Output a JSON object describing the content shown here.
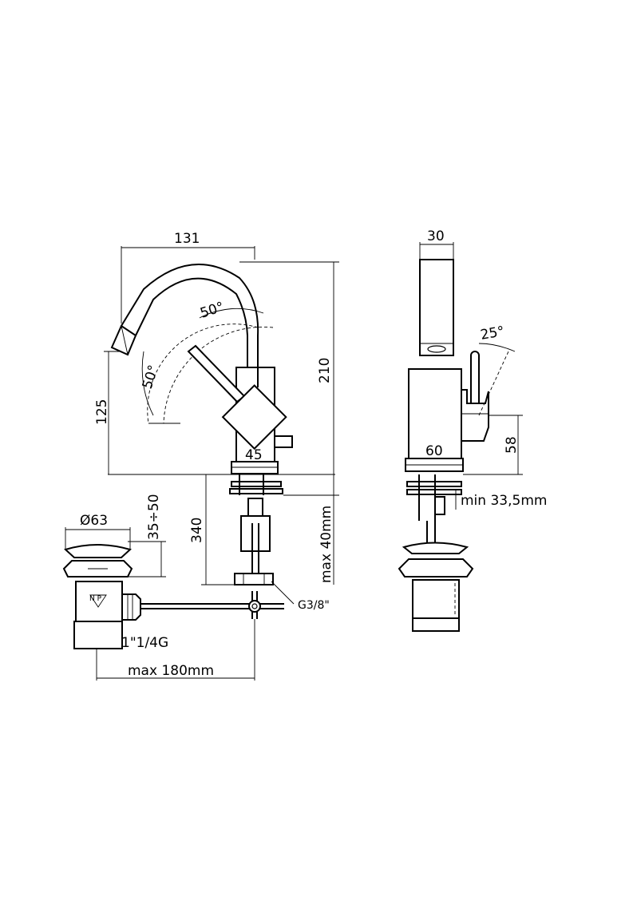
{
  "colors": {
    "line": "#000000",
    "background": "#ffffff"
  },
  "side_view": {
    "width": "131",
    "height_total": "210",
    "spout_height": "125",
    "angle_lever": "50°",
    "angle_swivel": "50°",
    "body_width": "45",
    "drain_height": "340",
    "deck_thickness": "max 40mm",
    "inlet": "G3/8\"",
    "waste_diameter": "Ø63",
    "waste_adjust": "35÷50",
    "waste_thread": "1\"1/4G",
    "rod_length": "max 180mm",
    "waste_logo": "N P"
  },
  "front_view": {
    "spout_width": "30",
    "lever_angle": "25°",
    "body_width": "60",
    "lever_height": "58",
    "hole_min": "min 33,5mm"
  }
}
